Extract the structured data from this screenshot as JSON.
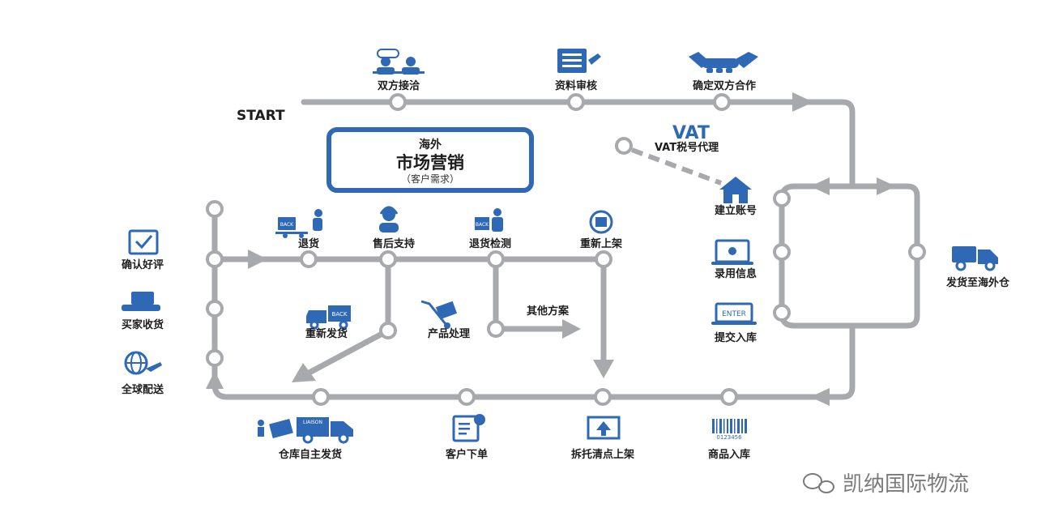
{
  "start_label": "START",
  "center_box": {
    "top": "海外",
    "main": "市场营销",
    "sub": "（客户需求）"
  },
  "vat": {
    "title": "VAT",
    "label": "VAT税号代理"
  },
  "top_row": [
    "双方接洽",
    "资料审核",
    "确定双方合作"
  ],
  "right_column": [
    "建立账号",
    "录用信息",
    "提交入库"
  ],
  "ship_label": "发货至海外仓",
  "bottom_row": [
    "商品入库",
    "拆托清点上架",
    "客户下单",
    "仓库自主发货"
  ],
  "left_column": [
    "确认好评",
    "买家收货",
    "全球配送"
  ],
  "middle_row": [
    "退货",
    "售后支持",
    "退货检测",
    "重新上架"
  ],
  "middle_branches": {
    "resend": "重新发货",
    "handle": "产品处理",
    "other": "其他方案"
  },
  "icon_texts": {
    "back": "BACK",
    "enter": "ENTER",
    "barcode": "0123456",
    "truck_brand": "LIAISON"
  },
  "watermark": "凯纳国际物流",
  "colors": {
    "line": "#a7a9ac",
    "icon": "#2f68b5",
    "box_border": "#2f68b5",
    "text": "#1d1d1d"
  }
}
